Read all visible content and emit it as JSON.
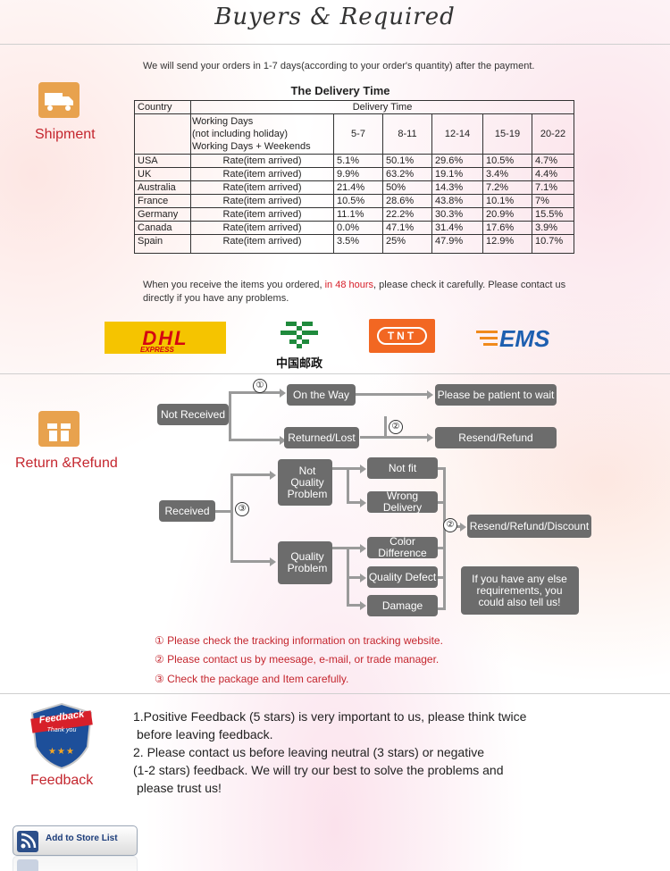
{
  "header": {
    "title": "Buyers & Required"
  },
  "shipment": {
    "label": "Shipment",
    "intro": "We will send your orders in 1-7 days(according to your order's quantity) after the payment.",
    "table_title": "The Delivery Time",
    "col_country": "Country",
    "col_delivery": "Delivery Time",
    "working_days": [
      "Working Days",
      "(not including holiday)",
      "Working Days + Weekends"
    ],
    "ranges": [
      "5-7",
      "8-11",
      "12-14",
      "15-19",
      "20-22"
    ],
    "rows": [
      {
        "country": "USA",
        "label": "Rate(item arrived)",
        "values": [
          "5.1%",
          "50.1%",
          "29.6%",
          "10.5%",
          "4.7%"
        ]
      },
      {
        "country": "UK",
        "label": "Rate(item arrived)",
        "values": [
          "9.9%",
          "63.2%",
          "19.1%",
          "3.4%",
          "4.4%"
        ]
      },
      {
        "country": "Australia",
        "label": "Rate(item arrived)",
        "values": [
          "21.4%",
          "50%",
          "14.3%",
          "7.2%",
          "7.1%"
        ]
      },
      {
        "country": "France",
        "label": "Rate(item arrived)",
        "values": [
          "10.5%",
          "28.6%",
          "43.8%",
          "10.1%",
          "7%"
        ]
      },
      {
        "country": "Germany",
        "label": "Rate(item arrived)",
        "values": [
          "11.1%",
          "22.2%",
          "30.3%",
          "20.9%",
          "15.5%"
        ]
      },
      {
        "country": "Canada",
        "label": "Rate(item arrived)",
        "values": [
          "0.0%",
          "47.1%",
          "31.4%",
          "17.6%",
          "3.9%"
        ]
      },
      {
        "country": "Spain",
        "label": "Rate(item arrived)",
        "values": [
          "3.5%",
          "25%",
          "47.9%",
          "12.9%",
          "10.7%"
        ]
      }
    ],
    "note_prefix": "When you receive the items you ordered, ",
    "note_highlight": "in 48 hours",
    "note_suffix": ", please check it carefully. Please contact us directly if you have any problems."
  },
  "carriers": {
    "dhl": "DHL",
    "dhl_sub": "EXPRESS",
    "china_post": "中国邮政",
    "tnt": "TNT",
    "ems": "EMS",
    "colors": {
      "dhl_yellow": "#f5c400",
      "dhl_red": "#d40511",
      "post_green": "#1f8a3c",
      "tnt_orange": "#f26722",
      "ems_blue": "#1d5fb0",
      "ems_orange": "#f08a1c"
    }
  },
  "refund": {
    "label": "Return &Refund",
    "not_received": "Not Received",
    "on_the_way": "On the Way",
    "be_patient": "Please be patient to wait",
    "returned_lost": "Returned/Lost",
    "resend_refund": "Resend/Refund",
    "received": "Received",
    "not_quality": "Not Quality Problem",
    "not_fit": "Not fit",
    "wrong_delivery": "Wrong Delivery",
    "quality": "Quality Problem",
    "color_diff": "Color Difference",
    "quality_defect": "Quality Defect",
    "damage": "Damage",
    "resend_refund_discount": "Resend/Refund/Discount",
    "tell_us": "If you have any else requirements, you could also tell us!",
    "n1": "①",
    "n2": "②",
    "n3": "③",
    "tips": [
      "① Please check the tracking information on tracking website.",
      "② Please contact us by meesage, e-mail, or trade manager.",
      "③ Check the package and Item carefully."
    ]
  },
  "feedback": {
    "label": "Feedback",
    "badge_top": "Feedback",
    "badge_sub": "Thank you",
    "stars": "★★★",
    "p1a": "1.Positive Feedback (5 stars) is very important to us, please think twice",
    "p1b": "before leaving feedback.",
    "p2a": "2. Please contact us before leaving neutral (3 stars) or negative",
    "p2b": "(1-2 stars) feedback. We will try our best to solve the problems and",
    "p2c": "please trust us!"
  },
  "store": {
    "button": "Add to Store List"
  }
}
